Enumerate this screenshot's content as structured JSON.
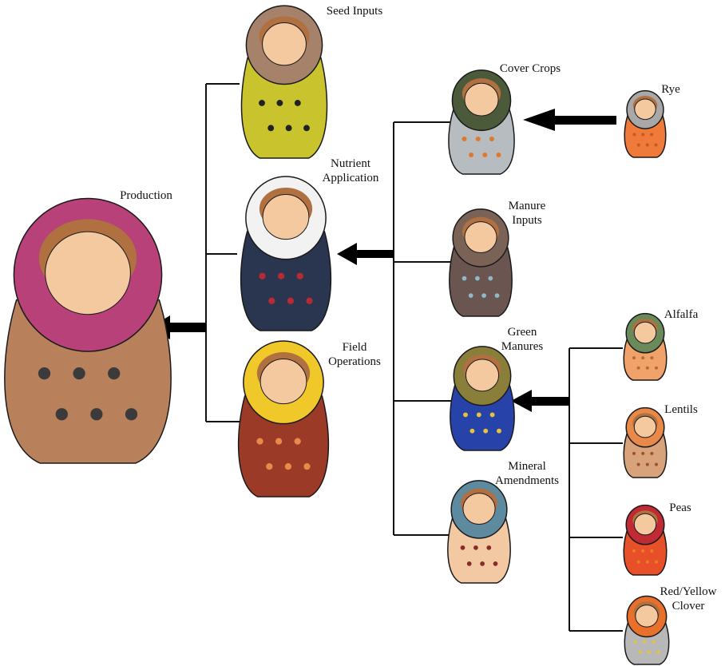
{
  "colors": {
    "line": "#111111",
    "arrow": "#000000",
    "face": "#f5c9a0",
    "hair": "#b0703f",
    "outline": "#1a1a1a"
  },
  "nodes": {
    "production": {
      "label": "Production",
      "hood": "#b8417a",
      "body": "#b8815b",
      "accent": "#3b3b3b"
    },
    "seed": {
      "label": "Seed Inputs",
      "hood": "#a6826b",
      "body": "#c9c42d",
      "accent": "#222222"
    },
    "nutrient": {
      "label": "Nutrient\nApplication",
      "hood": "#f2f2f2",
      "body": "#2a3550",
      "accent": "#b52a33"
    },
    "field": {
      "label": "Field\nOperations",
      "hood": "#f0c82a",
      "body": "#9c3a28",
      "accent": "#e9894a"
    },
    "cover": {
      "label": "Cover Crops",
      "hood": "#4a5a3a",
      "body": "#b7bcc0",
      "accent": "#e0782c"
    },
    "manure": {
      "label": "Manure\nInputs",
      "hood": "#7b6257",
      "body": "#6a5550",
      "accent": "#8fb9c4"
    },
    "green": {
      "label": "Green\nManures",
      "hood": "#8a7f3a",
      "body": "#2742a8",
      "accent": "#e8c23a"
    },
    "mineral": {
      "label": "Mineral\nAmendments",
      "hood": "#5e8aa0",
      "body": "#f2c9a2",
      "accent": "#8a2a2a"
    },
    "rye": {
      "label": "Rye",
      "hood": "#a8a8a8",
      "body": "#f07a3a",
      "accent": "#c25a2a"
    },
    "alfalfa": {
      "label": "Alfalfa",
      "hood": "#6a8a5a",
      "body": "#f0a26a",
      "accent": "#b0702a"
    },
    "lentils": {
      "label": "Lentils",
      "hood": "#e8894a",
      "body": "#d8a27a",
      "accent": "#a0502a"
    },
    "peas": {
      "label": "Peas",
      "hood": "#c02a34",
      "body": "#e8502a",
      "accent": "#f07a2a"
    },
    "clover": {
      "label": "Red/Yellow\nClover",
      "hood": "#e8702a",
      "body": "#b8b8b8",
      "accent": "#e8c23a"
    }
  }
}
